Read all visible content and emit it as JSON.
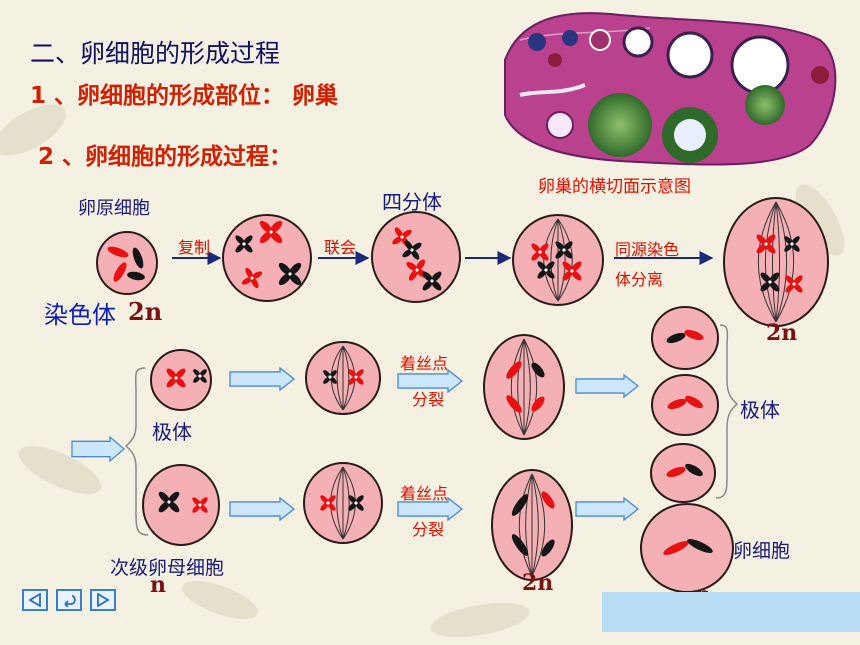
{
  "heading": "二、卵细胞的形成过程",
  "point1": "1 、卵细胞的形成部位：  卵巢",
  "point2": "2 、卵细胞的形成过程：",
  "ovary_caption": "卵巢的横切面示意图",
  "labels": {
    "oogonium": "卵原细胞",
    "tetrad": "四分体",
    "replication": "复制",
    "synapsis": "联会",
    "homolog_sep_1": "同源染色",
    "homolog_sep_2": "体分离",
    "chromosome": "染色体",
    "two_n": "2n",
    "centromere_1": "着丝点",
    "centromere_2": "分裂",
    "polar_body": "极体",
    "secondary_oocyte": "次级卵母细胞",
    "egg_cell": "卵细胞",
    "n": "n"
  },
  "colors": {
    "cell_fill": "#f4b0b4",
    "chrom_red": "#e81010",
    "chrom_black": "#151515",
    "arrow_fill": "#cce6fb",
    "arrow_stroke": "#4a8ad0"
  },
  "nav": [
    "left-arrow-icon",
    "return-icon",
    "right-arrow-icon"
  ]
}
